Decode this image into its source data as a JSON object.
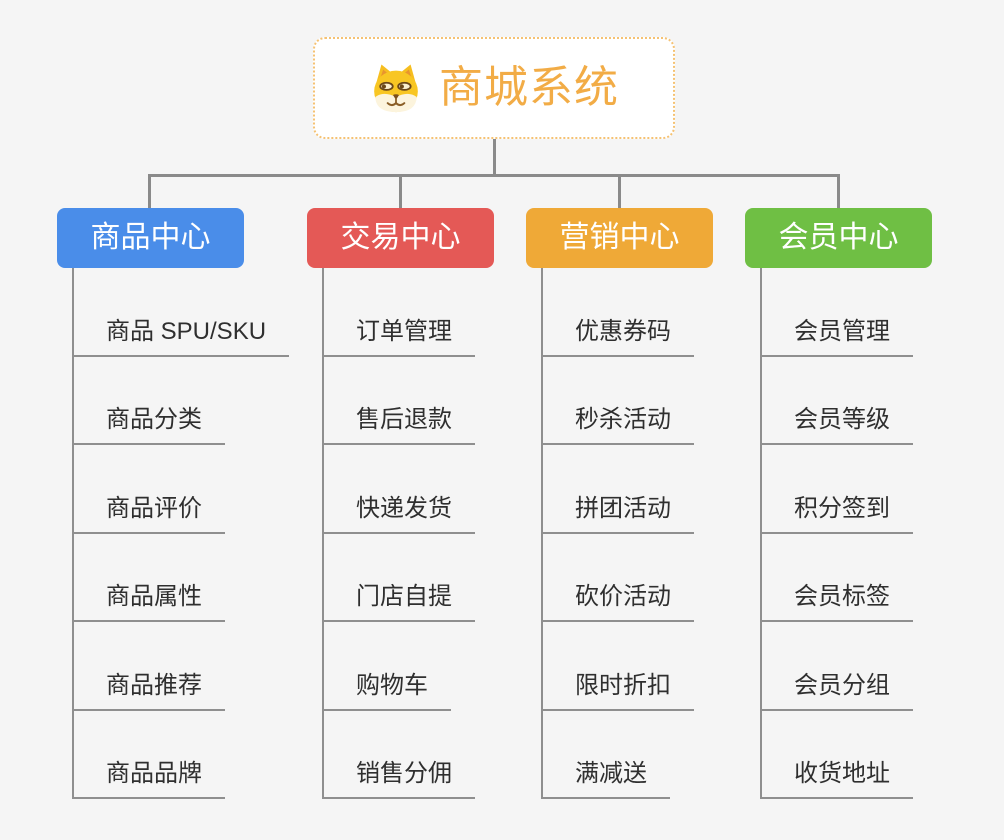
{
  "app": {
    "background_color": "#f5f5f5",
    "connector_color": "#8a8a8a",
    "leaf_underline_color": "#8f8f8f",
    "leaf_text_color": "#2f2f2f"
  },
  "root": {
    "label": "商城系统",
    "text_color": "#f2ac46",
    "border_color": "#f5c273",
    "icon": "doge-icon"
  },
  "branches": [
    {
      "label": "商品中心",
      "color": "#4a8de9",
      "children": [
        "商品 SPU/SKU",
        "商品分类",
        "商品评价",
        "商品属性",
        "商品推荐",
        "商品品牌"
      ]
    },
    {
      "label": "交易中心",
      "color": "#e45956",
      "children": [
        "订单管理",
        "售后退款",
        "快递发货",
        "门店自提",
        "购物车",
        "销售分佣"
      ]
    },
    {
      "label": "营销中心",
      "color": "#efa937",
      "children": [
        "优惠券码",
        "秒杀活动",
        "拼团活动",
        "砍价活动",
        "限时折扣",
        "满减送"
      ]
    },
    {
      "label": "会员中心",
      "color": "#6fbf44",
      "children": [
        "会员管理",
        "会员等级",
        "积分签到",
        "会员标签",
        "会员分组",
        "收货地址"
      ]
    }
  ]
}
